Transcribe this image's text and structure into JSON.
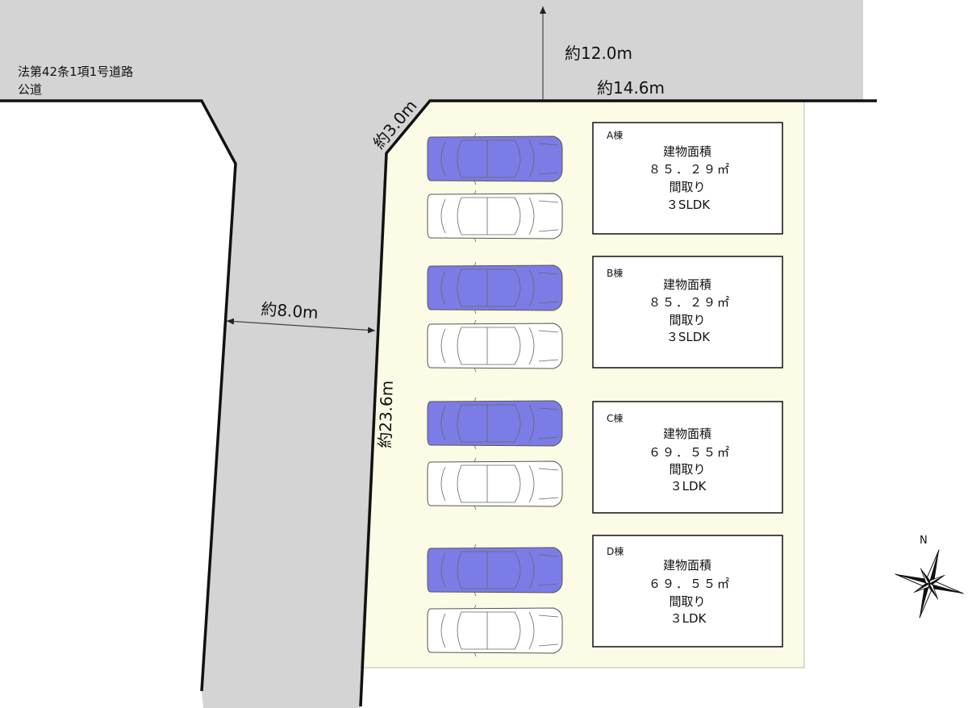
{
  "road": {
    "name_line1": "法第42条1項1号道路",
    "name_line2": "公道"
  },
  "dimensions": {
    "north_road_width": "約12.0m",
    "frontage": "約14.6m",
    "corner_cut": "約3.0m",
    "west_road_width": "約8.0m",
    "west_side_length": "約23.6m"
  },
  "buildings": [
    {
      "id": "A棟",
      "area_label": "建物面積",
      "area": "８５．２９㎡",
      "layout_label": "間取り",
      "layout": "３SLDK",
      "cars": [
        "blue",
        "white"
      ]
    },
    {
      "id": "B棟",
      "area_label": "建物面積",
      "area": "８５．２９㎡",
      "layout_label": "間取り",
      "layout": "３SLDK",
      "cars": [
        "blue",
        "white"
      ]
    },
    {
      "id": "C棟",
      "area_label": "建物面積",
      "area": "６９．５５㎡",
      "layout_label": "間取り",
      "layout": "３LDK",
      "cars": [
        "blue",
        "white"
      ]
    },
    {
      "id": "D棟",
      "area_label": "建物面積",
      "area": "６９．５５㎡",
      "layout_label": "間取り",
      "layout": "３LDK",
      "cars": [
        "blue",
        "white"
      ]
    }
  ],
  "compass": {
    "north_label": "N"
  },
  "colors": {
    "road": "#d4d4d4",
    "lot": "#fbfbe6",
    "car_blue": "#7c7ce6",
    "car_white": "#ffffff",
    "outline": "#111111"
  }
}
